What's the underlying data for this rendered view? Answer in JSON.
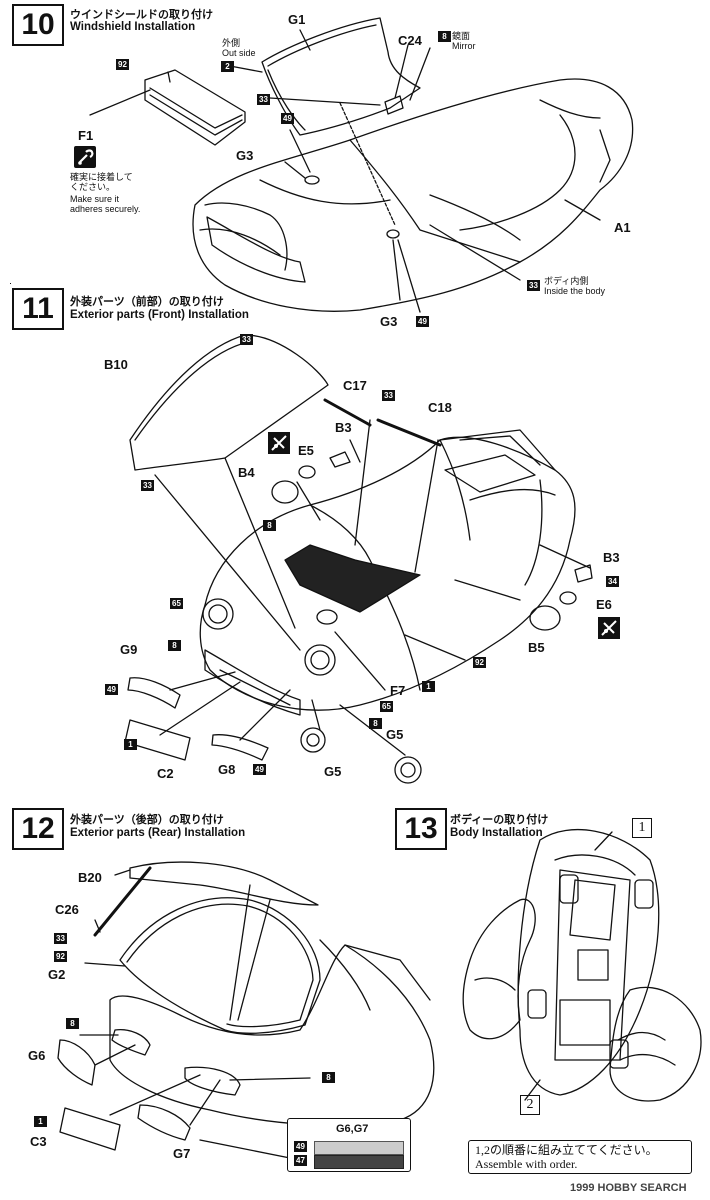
{
  "steps": [
    {
      "number": "10",
      "title_jp": "ウインドシールドの取り付け",
      "title_en": "Windshield Installation"
    },
    {
      "number": "11",
      "title_jp": "外装パーツ（前部）の取り付け",
      "title_en": "Exterior parts (Front) Installation"
    },
    {
      "number": "12",
      "title_jp": "外装パーツ（後部）の取り付け",
      "title_en": "Exterior parts (Rear) Installation"
    },
    {
      "number": "13",
      "title_jp": "ボディーの取り付け",
      "title_en": "Body Installation"
    }
  ],
  "step10": {
    "parts": {
      "g1": "G1",
      "c24": "C24",
      "f1": "F1",
      "g3a": "G3",
      "g3b": "G3",
      "a1": "A1"
    },
    "paints": {
      "p92": "92",
      "p2": "2",
      "p8": "8",
      "p33a": "33",
      "p49a": "49",
      "p33b": "33",
      "p49b": "49"
    },
    "notes": {
      "outside_jp": "外側",
      "outside_en": "Out side",
      "mirror_jp": "鏡面",
      "mirror_en": "Mirror",
      "adhere_jp1": "確実に接着して",
      "adhere_jp2": "ください。",
      "adhere_en1": "Make sure it",
      "adhere_en2": "adheres securely.",
      "inside_jp": "ボディ内側",
      "inside_en": "Inside the body"
    }
  },
  "step11": {
    "parts": {
      "b10": "B10",
      "c17": "C17",
      "c18": "C18",
      "b3a": "B3",
      "e5": "E5",
      "b4": "B4",
      "b3b": "B3",
      "e6": "E6",
      "b5": "B5",
      "g9": "G9",
      "f7": "F7",
      "c2": "C2",
      "g8": "G8",
      "g5a": "G5",
      "g5b": "G5"
    },
    "paints": {
      "p33a": "33",
      "p33b": "33",
      "p33c": "33",
      "p8a": "8",
      "p34": "34",
      "p65a": "65",
      "p8b": "8",
      "p49a": "49",
      "p1a": "1",
      "p65b": "65",
      "p92": "92",
      "p1b": "1",
      "p8c": "8",
      "p49b": "49"
    }
  },
  "step12": {
    "parts": {
      "b20": "B20",
      "c26": "C26",
      "g2": "G2",
      "g6": "G6",
      "c3": "C3",
      "g7": "G7"
    },
    "paints": {
      "p33": "33",
      "p92": "92",
      "p8a": "8",
      "p8b": "8",
      "p1": "1"
    },
    "legend": {
      "title": "G6,G7",
      "p49": "49",
      "p47": "47"
    }
  },
  "step13": {
    "order_1": "1",
    "order_2": "2",
    "note_jp": "1,2の順番に組み立ててください。",
    "note_en": "Assemble with order."
  },
  "watermark": "1999 HOBBY SEARCH",
  "colors": {
    "ink": "#111111",
    "paint_bg": "#111111",
    "paper": "#ffffff"
  }
}
